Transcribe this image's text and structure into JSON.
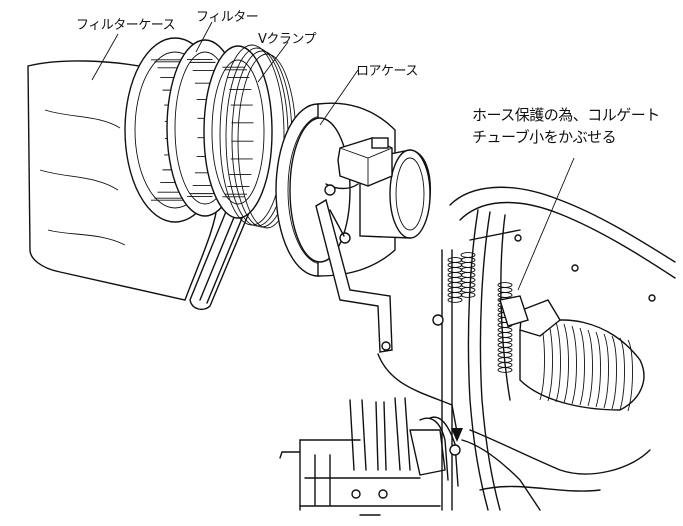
{
  "labels": {
    "filter_case": "フィルターケース",
    "filter": "フィルター",
    "v_clamp": "Vクランプ",
    "lower_case": "ロアケース"
  },
  "note": {
    "line1": "ホース保護の為、コルゲート",
    "line2": "チューブ小をかぶせる"
  }
}
